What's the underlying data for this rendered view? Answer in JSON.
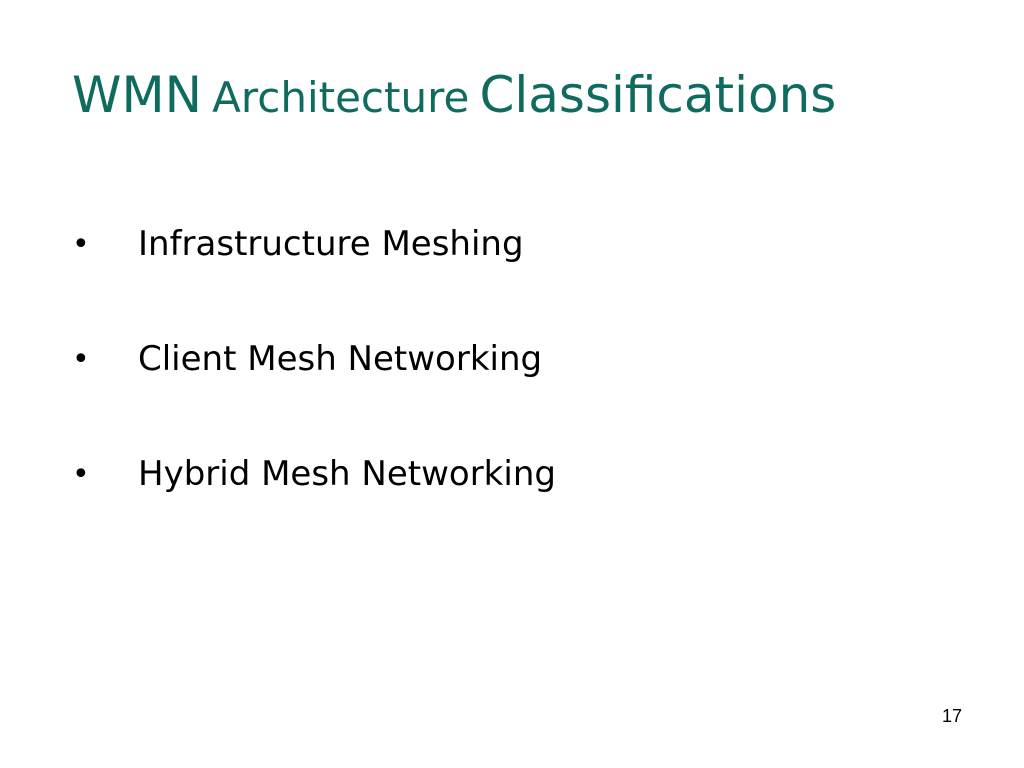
{
  "slide": {
    "title": {
      "part1": "WMN",
      "part2": "Architecture",
      "part3": "Classifications"
    },
    "bullet_glyph": "•",
    "bullets": [
      "Infrastructure Meshing",
      "Client Mesh Networking",
      "Hybrid Mesh Networking"
    ],
    "page_number": "17",
    "colors": {
      "title": "#0f6b5e",
      "text": "#000000",
      "background": "#ffffff"
    }
  }
}
